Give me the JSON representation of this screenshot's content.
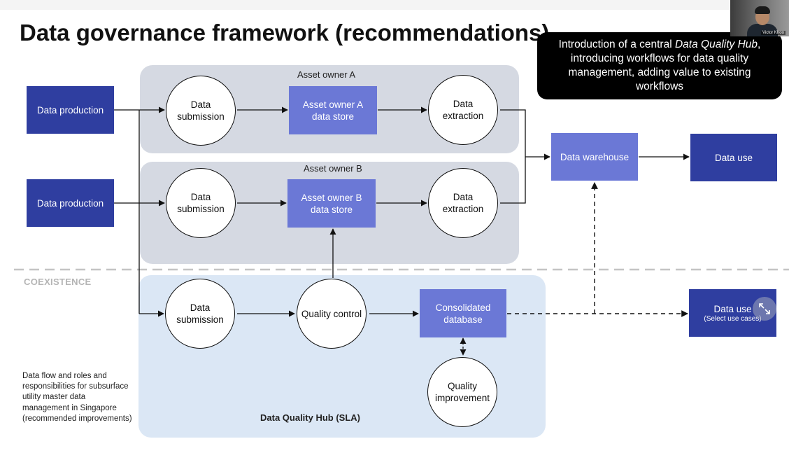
{
  "slide": {
    "title": "Data governance framework (recommendations)",
    "callout": {
      "part1": "Introduction of a central ",
      "emphasis": "Data Quality Hub",
      "part2": ", introducing workflows for data quality management, adding value to existing workflows"
    },
    "video": {
      "participant_name": "Victor Khoo"
    },
    "coexistence_label": "COEXISTENCE",
    "note": "Data flow and roles and responsibilities for subsurface utility master data management in Singapore (recommended improvements)"
  },
  "panels": {
    "asset_owner_a": "Asset owner A",
    "asset_owner_b": "Asset owner B",
    "hub": "Data Quality Hub (SLA)"
  },
  "nodes": {
    "production_a": "Data production",
    "production_b": "Data production",
    "submission_a": "Data submission",
    "submission_b": "Data submission",
    "submission_hub": "Data submission",
    "store_a": "Asset owner A data store",
    "store_b": "Asset owner B data store",
    "extraction_a": "Data extraction",
    "extraction_b": "Data extraction",
    "warehouse": "Data warehouse",
    "data_use": "Data use",
    "quality_control": "Quality control",
    "consolidated_db": "Consolidated database",
    "quality_improvement": "Quality improvement",
    "data_use_select": "Data use",
    "data_use_select_sub": "(Select use cases)"
  },
  "colors": {
    "dark_box": "#2f3ea0",
    "mid_box": "#6b78d6",
    "panel_gray": "#d5d9e2",
    "panel_hub": "#dbe7f5",
    "callout_bg": "#000000"
  }
}
